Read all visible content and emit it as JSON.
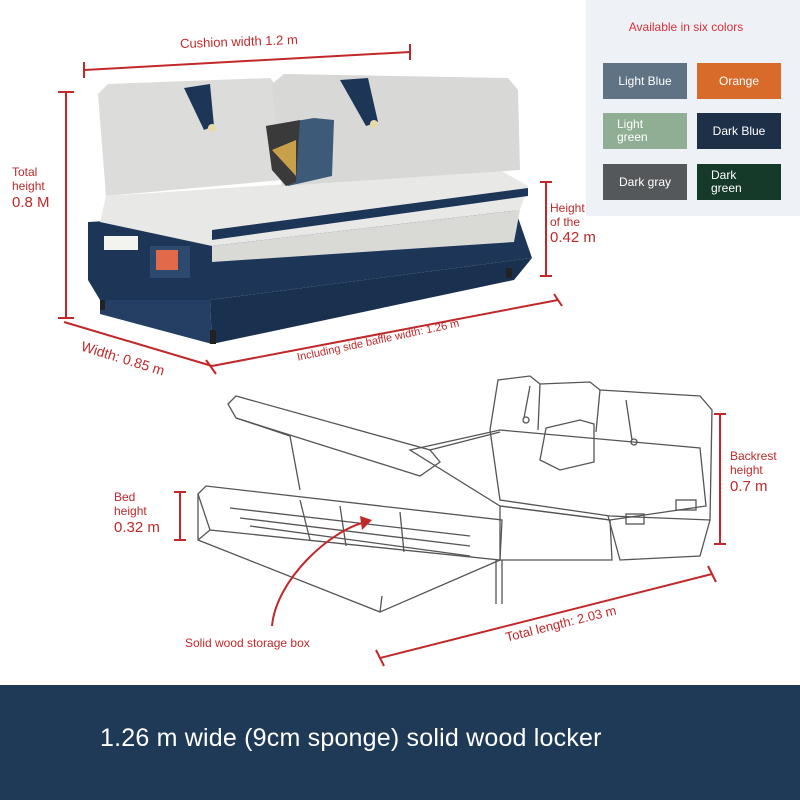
{
  "colors_panel": {
    "title": "Available in six colors",
    "colors": [
      {
        "label": "Light Blue",
        "hex": "#5f7385"
      },
      {
        "label": "Orange",
        "hex": "#d96b2a"
      },
      {
        "label": "Light\ngreen",
        "hex": "#8fae93"
      },
      {
        "label": "Dark Blue",
        "hex": "#1e3048"
      },
      {
        "label": "Dark gray",
        "hex": "#55585a"
      },
      {
        "label": "Dark\ngreen",
        "hex": "#153a2a"
      }
    ]
  },
  "sofa_dimensions": {
    "cushion_width": "Cushion width 1.2 m",
    "total_height_label": "Total\nheight",
    "total_height_value": "0.8 M",
    "seat_height_label": "Height\nof the",
    "seat_height_value": "0.42 m",
    "width_depth": "Width: 0.85 m",
    "side_baffle_width": "Including side baffle width: 1.26 m"
  },
  "bed_dimensions": {
    "bed_height_label": "Bed\nheight",
    "bed_height_value": "0.32 m",
    "backrest_height_label": "Backrest\nheight",
    "backrest_height_value": "0.7 m",
    "total_length": "Total length: 2.03 m",
    "storage_box": "Solid wood storage box"
  },
  "banner": {
    "text": "1.26 m wide (9cm sponge) solid wood locker"
  },
  "accent_colors": {
    "dimension_red": "#c0282a",
    "banner_navy": "#1f3a56",
    "sofa_navy": "#1d3557",
    "cushion_gray": "#e4e4e2"
  }
}
